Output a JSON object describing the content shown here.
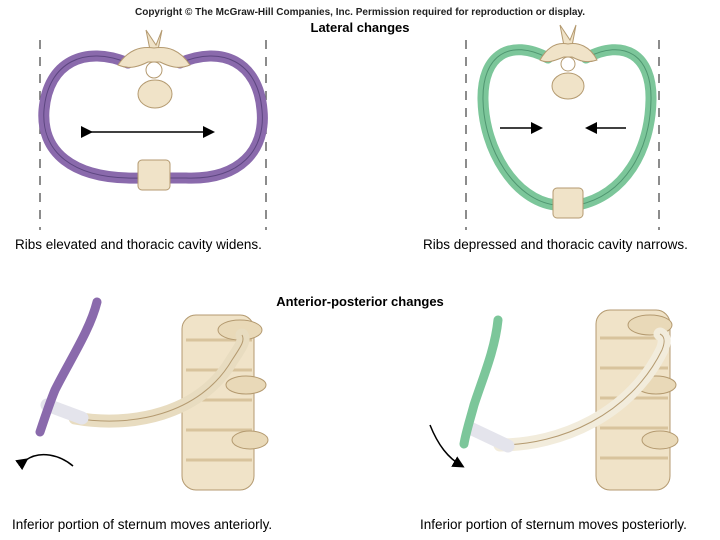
{
  "copyright": "Copyright © The McGraw-Hill Companies, Inc. Permission required for reproduction or display.",
  "headings": {
    "lateral": "Lateral changes",
    "anterior_posterior": "Anterior-posterior changes"
  },
  "captions": {
    "top_left": "Ribs elevated and thoracic cavity widens.",
    "top_right": "Ribs depressed and thoracic cavity narrows.",
    "bottom_left": "Inferior portion of sternum moves anteriorly.",
    "bottom_right": "Inferior portion of sternum moves posteriorly."
  },
  "colors": {
    "purple_rib": "#8a6aac",
    "green_rib": "#7cc69a",
    "bone": "#f0e3c8",
    "bone_shade": "#d8c39c",
    "cartilage": "#e4e4ec"
  }
}
